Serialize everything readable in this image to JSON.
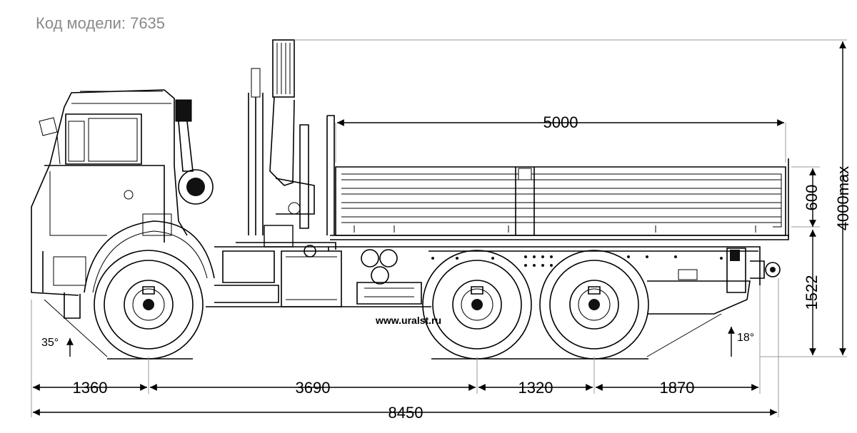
{
  "model_label": "Код модели: 7635",
  "website": "www.uralst.ru",
  "dimensions": {
    "platform_length": "5000",
    "side_height": "600",
    "max_height": "4000max",
    "platform_floor_height": "1522",
    "front_overhang": "1360",
    "wheelbase_front": "3690",
    "wheelbase_rear": "1320",
    "rear_overhang": "1870",
    "total_length": "8450",
    "approach_angle": "35°",
    "departure_angle": "18°"
  },
  "icons": {
    "arrow": "arrowhead-icon"
  }
}
